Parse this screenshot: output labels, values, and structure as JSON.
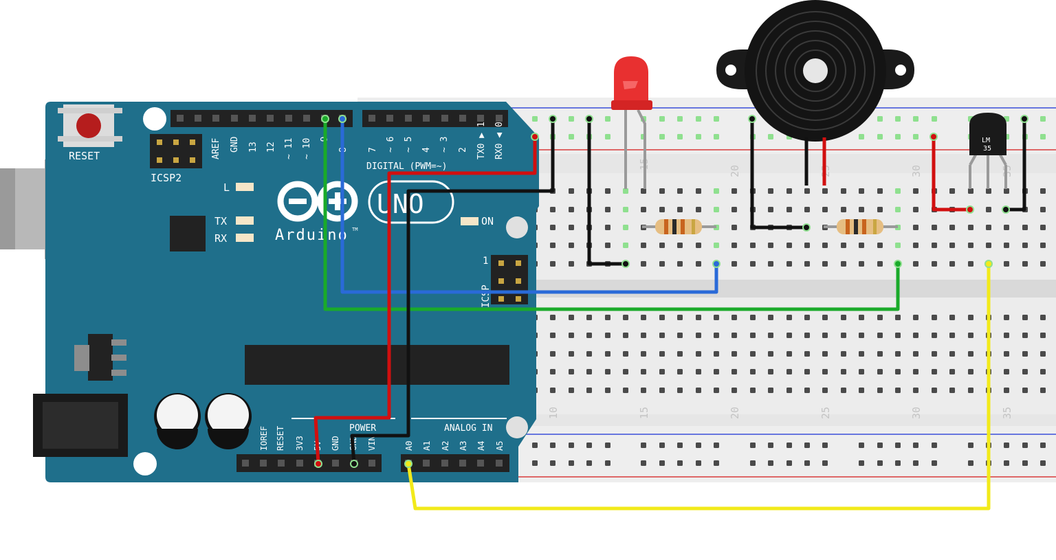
{
  "arduino": {
    "reset_label": "RESET",
    "icsp2_label": "ICSP2",
    "icsp_label": "ICSP",
    "icsp_pin1": "1",
    "brand": "Arduino",
    "tm": "TM",
    "model": "UNO",
    "led_l": "L",
    "led_tx": "TX",
    "led_rx": "RX",
    "led_on": "ON",
    "digital_label": "DIGITAL (PWM=~)",
    "power_label": "POWER",
    "analog_label": "ANALOG IN",
    "top_pins": [
      "AREF",
      "GND",
      "13",
      "12",
      "~ 11",
      "~ 10",
      "~ 9",
      "8",
      "7",
      "~ 6",
      "~ 5",
      "4",
      "~ 3",
      "2",
      "TX0 ▶ 1",
      "RX0 ◀ 0"
    ],
    "power_pins": [
      "IOREF",
      "RESET",
      "3V3",
      "5V",
      "GND",
      "GND",
      "VIN"
    ],
    "analog_pins": [
      "A0",
      "A1",
      "A2",
      "A3",
      "A4",
      "A5"
    ]
  },
  "breadboard": {
    "column_numbers": [
      "15",
      "20",
      "25",
      "30",
      "35"
    ],
    "column_numbers_lower": [
      "10",
      "15",
      "20",
      "25",
      "30",
      "35"
    ]
  },
  "sensor": {
    "label_line1": "LM",
    "label_line2": "35"
  },
  "colors": {
    "board": "#1f6f8b",
    "board_dark": "#175a72",
    "wire_red": "#d10f0f",
    "wire_black": "#111111",
    "wire_green": "#1aaa2a",
    "wire_blue": "#2a6ad8",
    "wire_yellow": "#f2ea1a",
    "led_red": "#e83030",
    "breadboard": "#ececec",
    "hole_active": "#8fe08f"
  }
}
